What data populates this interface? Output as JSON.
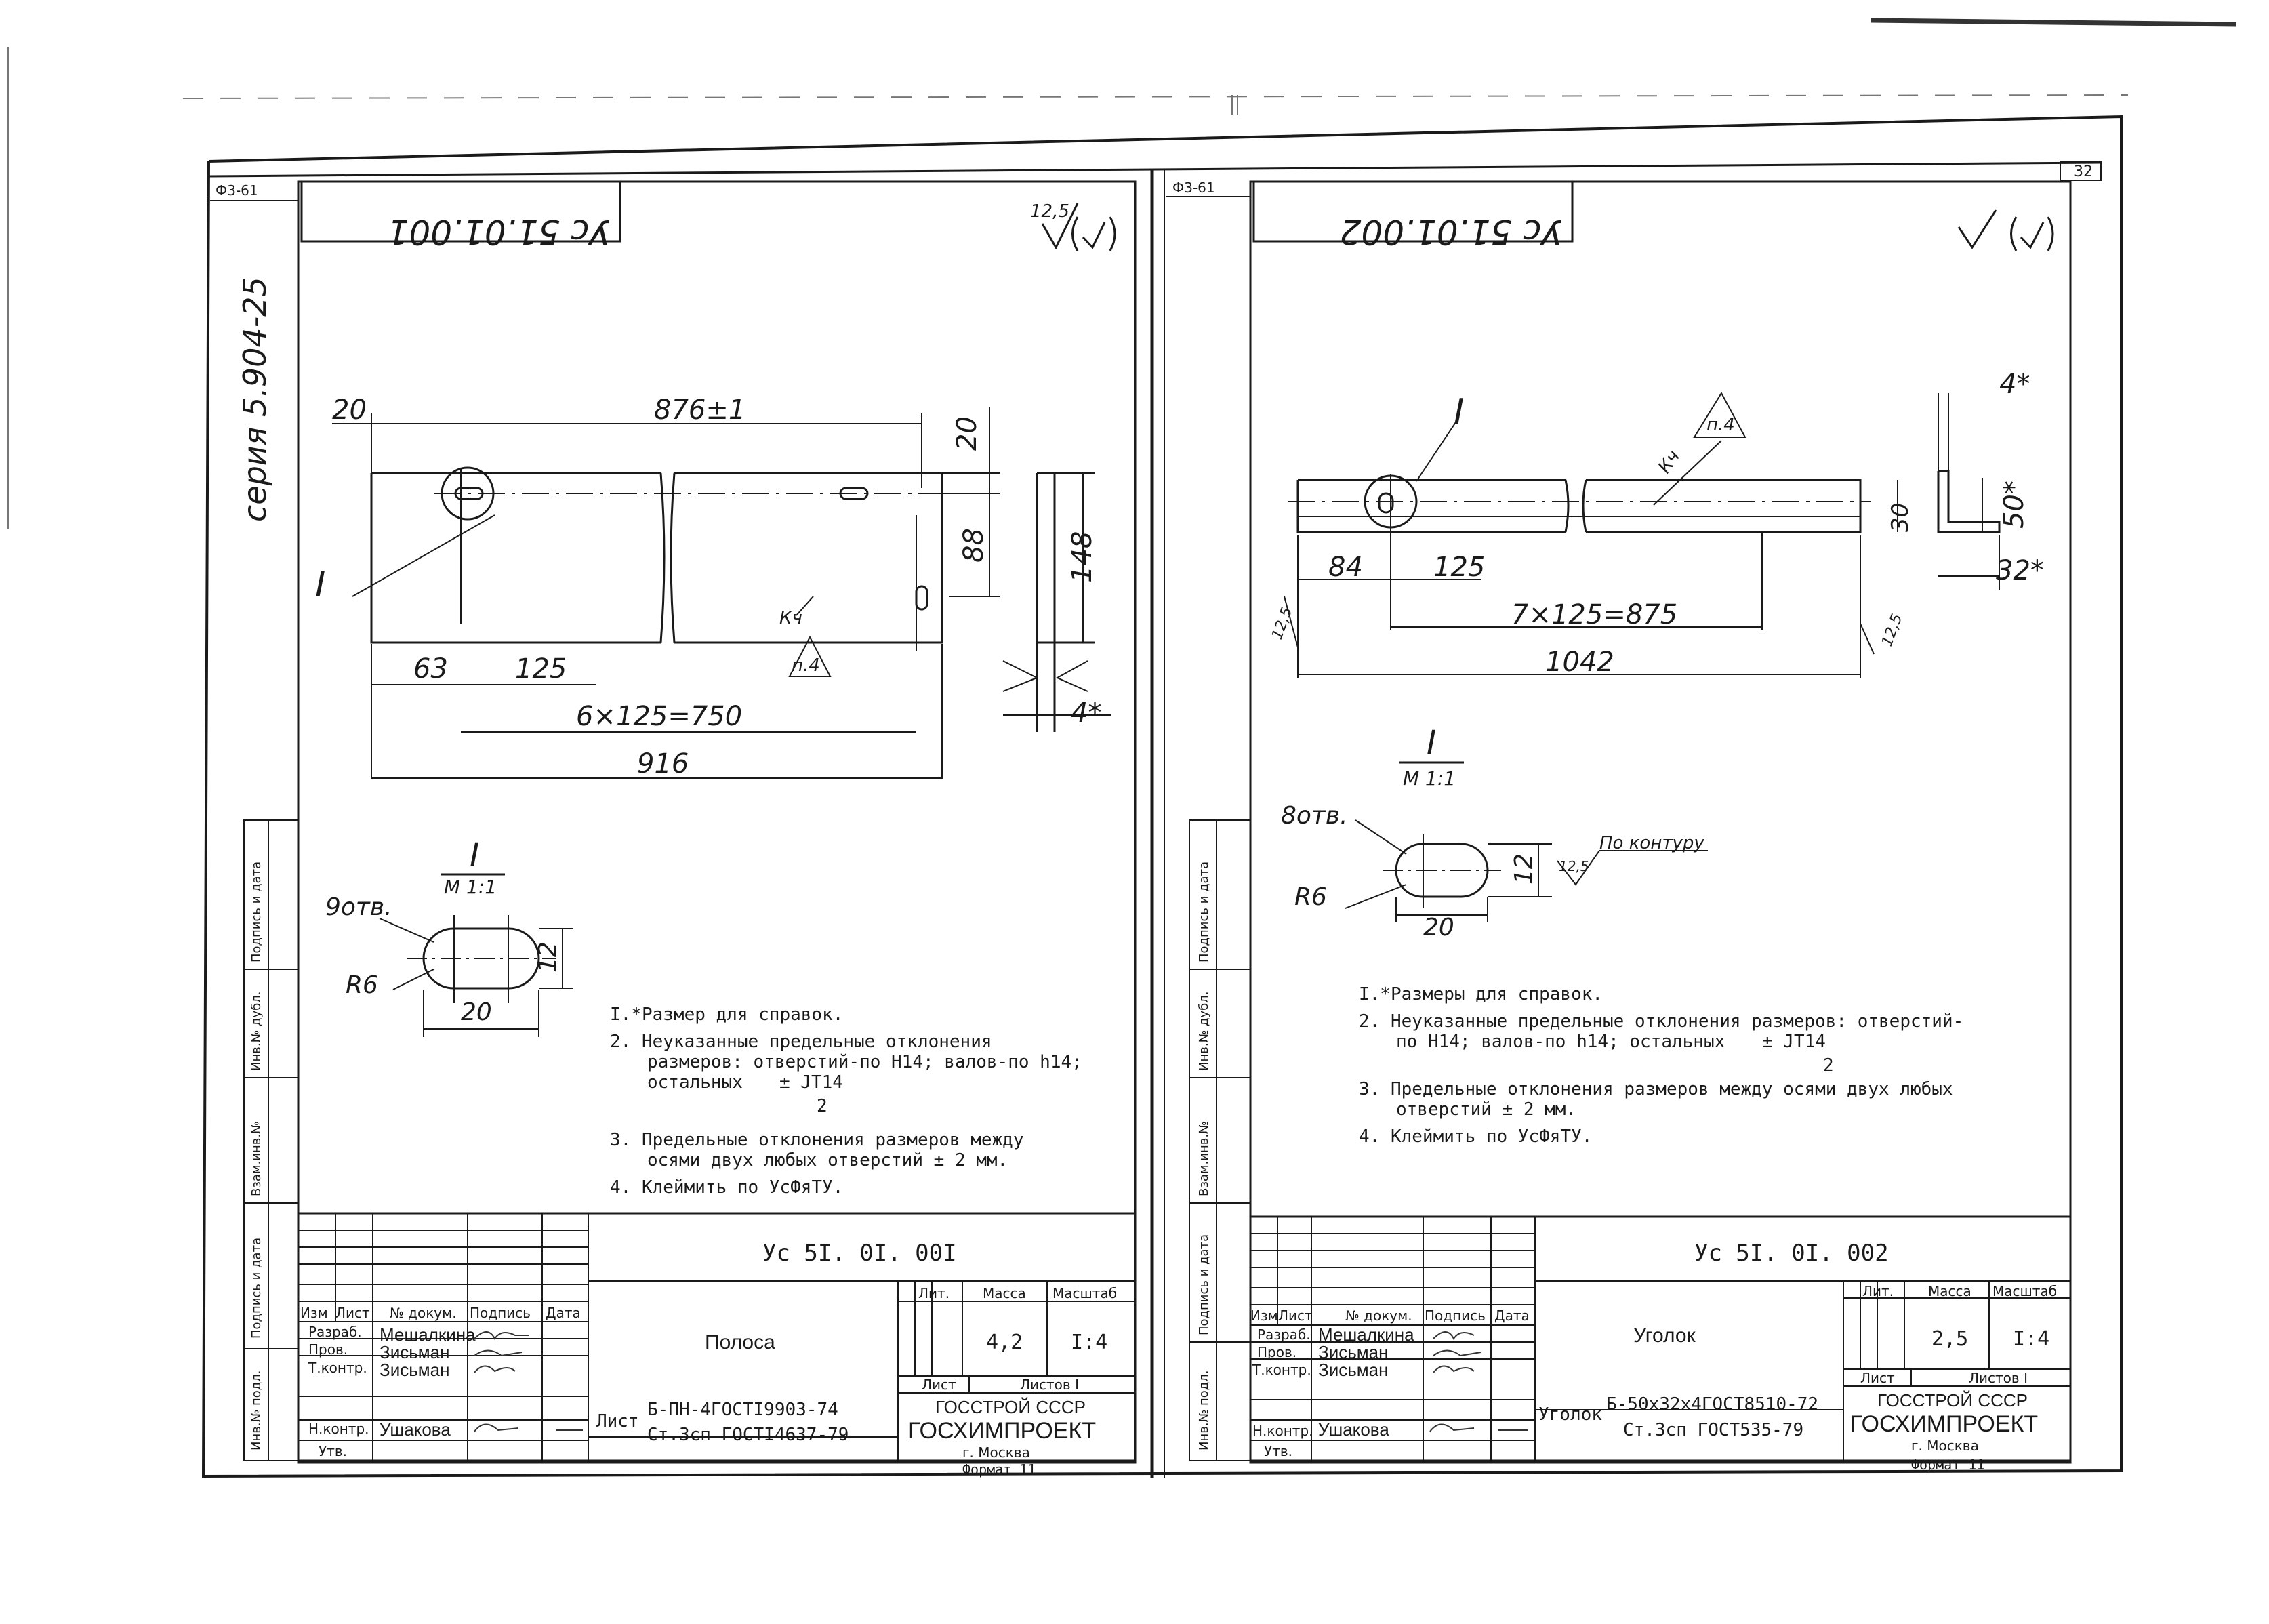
{
  "page_number": "32",
  "series_label": "серия 5.904-25",
  "left": {
    "corner_code": "Ф3-61",
    "stamp_rotated": "Ус 51.01.001",
    "roughness_mark": "12,5",
    "dims": {
      "d20_top": "20",
      "d876": "876±1",
      "d20_right": "20",
      "d88": "88",
      "d148": "148",
      "d63": "63",
      "d125": "125",
      "d750": "6×125=750",
      "d916": "916",
      "d4": "4*"
    },
    "weld_leg": "Кч",
    "weld_size": "п.4",
    "detail_label": "I",
    "detail_title": "I",
    "detail_scale": "М 1:1",
    "holes": "9отв.",
    "radius": "R6",
    "slot_w": "20",
    "slot_h": "12",
    "notes": [
      "I.*Размер для справок.",
      "2. Неуказанные предельные отклонения",
      "размеров: отверстий-по Н14; валов-по h14;",
      "остальных",
      "± JT14",
      "2",
      "3. Предельные отклонения размеров между",
      "осями двух любых отверстий ± 2 мм.",
      "4. Клеймить по УсФяТУ."
    ],
    "title_block": {
      "designation": "Ус 5I. 0I. 00I",
      "name": "Полоса",
      "h_lit": "Лит.",
      "h_mass": "Масса",
      "h_scale": "Масштаб",
      "mass": "4,2",
      "scale": "I:4",
      "sheet": "Лист",
      "sheets": "Листов I",
      "cols": [
        "Изм",
        "Лист",
        "№ докум.",
        "Подпись",
        "Дата"
      ],
      "roles": [
        "Разраб.",
        "Пров.",
        "Т.контр.",
        "",
        "Н.контр.",
        "Утв."
      ],
      "people": [
        "Мешалкина",
        "Зисьман",
        "Зисьман",
        "",
        "Ушакова",
        ""
      ],
      "material_prefix": "Лист",
      "material_line1": "Б-ПН-4ГОСТI9903-74",
      "material_line2": "Ст.3сп ГОСТI4637-79",
      "org1": "ГОССТРОЙ СССР",
      "org2": "ГОСХИМПРОЕКТ",
      "org3": "г. Москва",
      "format": "Формат 11"
    },
    "side_labels": [
      "Подпись и дата",
      "Инв.№ дубл.",
      "Взам.инв.№",
      "Подпись и дата",
      "Инв.№ подл."
    ]
  },
  "right": {
    "corner_code": "Ф3-61",
    "stamp_rotated": "Ус 51.01.002",
    "dims": {
      "d4": "4*",
      "d50": "50*",
      "d32": "32*",
      "d30": "30",
      "d84": "84",
      "d125": "125",
      "d875": "7×125=875",
      "d1042": "1042",
      "r125a": "12,5",
      "r125b": "12,5"
    },
    "weld_leg": "Кч",
    "weld_size": "п.4",
    "detail_label": "I",
    "detail_title": "I",
    "detail_scale": "М 1:1",
    "holes": "8отв.",
    "radius": "R6",
    "slot_w": "20",
    "slot_h": "12",
    "contour_rough": "12,5",
    "contour_note": "По контуру",
    "notes": [
      "I.*Размеры для справок.",
      "2. Неуказанные предельные отклонения размеров: отверстий-",
      "по Н14; валов-по h14; остальных",
      "± JT14",
      "2",
      "3. Предельные отклонения размеров между осями двух любых",
      "отверстий ± 2 мм.",
      "4. Клеймить по УсФяТУ."
    ],
    "title_block": {
      "designation": "Ус 5I. 0I. 002",
      "name": "Уголок",
      "h_lit": "Лит.",
      "h_mass": "Масса",
      "h_scale": "Масштаб",
      "mass": "2,5",
      "scale": "I:4",
      "sheet": "Лист",
      "sheets": "Листов I",
      "cols": [
        "Изм",
        "Лист",
        "№ докум.",
        "Подпись",
        "Дата"
      ],
      "roles": [
        "Разраб.",
        "Пров.",
        "Т.контр.",
        "",
        "Н.контр.",
        "Утв."
      ],
      "people": [
        "Мешалкина",
        "Зисьман",
        "Зисьман",
        "",
        "Ушакова",
        ""
      ],
      "material_prefix": "Уголок",
      "material_line1": "Б-50х32х4ГОСТ8510-72",
      "material_line2": "Ст.3сп ГОСТ535-79",
      "org1": "ГОССТРОЙ СССР",
      "org2": "ГОСХИМПРОЕКТ",
      "org3": "г. Москва",
      "format": "Формат 11"
    },
    "side_labels": [
      "Подпись и дата",
      "Инв.№ дубл.",
      "Взам.инв.№",
      "Подпись и дата",
      "Инв.№ подл."
    ]
  }
}
